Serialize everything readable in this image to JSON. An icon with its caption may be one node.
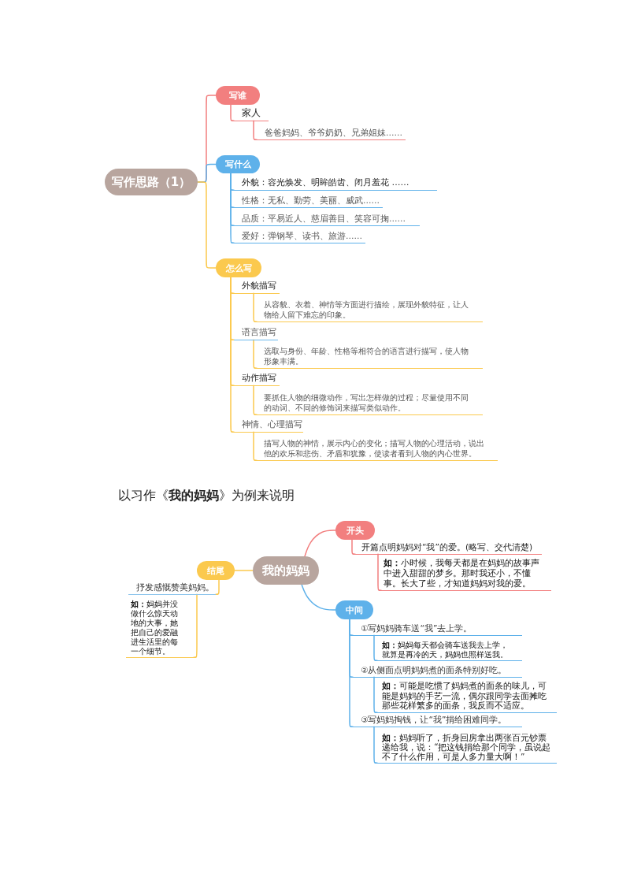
{
  "diagram": {
    "nodes": [
      {
        "text": [
          "写作思路（1）"
        ]
      },
      {
        "text": [
          "写谁"
        ]
      },
      {
        "text": [
          "家人"
        ]
      },
      {
        "text": [
          "爸爸妈妈、爷爷奶奶、兄弟姐妹……"
        ]
      },
      {
        "text": [
          "写什么"
        ]
      },
      {
        "text": [
          "外貌：容光焕发、明眸皓齿、闭月羞花 ……"
        ]
      },
      {
        "text": [
          "性格：无私、勤劳、美丽、威武……"
        ]
      },
      {
        "text": [
          "品质：平易近人、慈眉善目、笑容可掬……"
        ]
      },
      {
        "text": [
          "爱好：弹钢琴、读书、旅游……"
        ]
      },
      {
        "text": [
          "怎么写"
        ]
      },
      {
        "text": [
          "外貌描写"
        ]
      },
      {
        "text": [
          "从容貌、衣着、神情等方面进行描绘，展现外貌特征，让人物给人留下难忘的印象。"
        ]
      },
      {
        "text": [
          "语言描写"
        ]
      },
      {
        "text": [
          "选取与身份、年龄、性格等相符合的语言进行描写，使人物形象丰满。"
        ]
      },
      {
        "text": [
          "动作描写"
        ]
      },
      {
        "text": [
          "要抓住人物的细微动作，写出怎样做的过程；尽量使用不同的动词、不同的修饰词来描写类似动作。"
        ]
      },
      {
        "text": [
          "神情、心理描写"
        ]
      },
      {
        "text": [
          "描写人物的神情，展示内心的变化；描写人物的心理活动，说出他的欢乐和悲伤、矛盾和犹豫，使读者看到人物的内心世界。"
        ]
      },
      {
        "text": [
          "我的妈妈"
        ]
      },
      {
        "text": [
          "开头"
        ]
      },
      {
        "text": [
          "开篇点明妈妈对“我”的爱。(略写、交代清楚)"
        ]
      },
      {
        "text": [
          "**如：**小时候，我每天都是在妈妈的故事声中进入甜甜的梦乡。那时我还小，不懂事。长大了些，才知道妈妈对我的爱。"
        ]
      },
      {
        "text": [
          "中间"
        ]
      },
      {
        "text": [
          "①写妈妈骑车送“我”去上学。"
        ]
      },
      {
        "text": [
          "**如：**妈妈每天都会骑车送我去上学，就算是再冷的天，妈妈也照样送我。"
        ]
      },
      {
        "text": [
          "②从侧面点明妈妈煮的面条特别好吃。"
        ]
      },
      {
        "text": [
          "**如：**可能是吃惯了妈妈煮的面条的味儿，可能是妈妈的手艺一流，偶尔跟同学去面摊吃那些花样繁多的面条，我反而不适应。"
        ]
      },
      {
        "text": [
          "③写妈妈掏钱，让“我”捐给困难同学。"
        ]
      },
      {
        "text": [
          "**如：**妈妈听了，折身回房拿出两张百元钞票递给我，说：“把这钱捐给那个同学，虽说起不了什么作用，可是人多力量大啊！”"
        ]
      },
      {
        "text": [
          "结尾"
        ]
      },
      {
        "text": [
          "抒发感慨赞美妈妈。"
        ]
      },
      {
        "text": [
          "**如：**妈妈并没做什么惊天动地的大事，她把自己的爱融进生活里的每一个细节。"
        ]
      }
    ],
    "edges": [
      {
        "from": 0,
        "to": 1,
        "arrow": "none",
        "color": "#f27f7f"
      },
      {
        "from": 1,
        "to": 2,
        "arrow": "none",
        "color": "#f27f7f"
      },
      {
        "from": 2,
        "to": 3,
        "arrow": "none",
        "color": "#f27f7f"
      },
      {
        "from": 0,
        "to": 4,
        "arrow": "none",
        "color": "#5eb1ea"
      },
      {
        "from": 4,
        "to": 5,
        "arrow": "none",
        "color": "#5eb1ea"
      },
      {
        "from": 4,
        "to": 6,
        "arrow": "none",
        "color": "#5eb1ea"
      },
      {
        "from": 4,
        "to": 7,
        "arrow": "none",
        "color": "#5eb1ea"
      },
      {
        "from": 4,
        "to": 8,
        "arrow": "none",
        "color": "#5eb1ea"
      },
      {
        "from": 0,
        "to": 9,
        "arrow": "none",
        "color": "#fbc94e"
      },
      {
        "from": 9,
        "to": 10,
        "arrow": "none",
        "color": "#fbc94e"
      },
      {
        "from": 10,
        "to": 11,
        "arrow": "none",
        "color": "#fbc94e"
      },
      {
        "from": 9,
        "to": 12,
        "arrow": "none",
        "color": "#fbc94e"
      },
      {
        "from": 12,
        "to": 13,
        "arrow": "none",
        "color": "#fbc94e"
      },
      {
        "from": 9,
        "to": 14,
        "arrow": "none",
        "color": "#fbc94e"
      },
      {
        "from": 14,
        "to": 15,
        "arrow": "none",
        "color": "#fbc94e"
      },
      {
        "from": 9,
        "to": 16,
        "arrow": "none",
        "color": "#fbc94e"
      },
      {
        "from": 16,
        "to": 17,
        "arrow": "none",
        "color": "#fbc94e"
      },
      {
        "from": 18,
        "to": 19,
        "arrow": "none",
        "color": "#f27f7f"
      },
      {
        "from": 19,
        "to": 20,
        "arrow": "none",
        "color": "#f27f7f"
      },
      {
        "from": 20,
        "to": 21,
        "arrow": "none",
        "color": "#f27f7f"
      },
      {
        "from": 18,
        "to": 22,
        "arrow": "none",
        "color": "#5eb1ea"
      },
      {
        "from": 22,
        "to": 23,
        "arrow": "none",
        "color": "#5eb1ea"
      },
      {
        "from": 23,
        "to": 24,
        "arrow": "none",
        "color": "#5eb1ea"
      },
      {
        "from": 22,
        "to": 25,
        "arrow": "none",
        "color": "#5eb1ea"
      },
      {
        "from": 25,
        "to": 26,
        "arrow": "none",
        "color": "#5eb1ea"
      },
      {
        "from": 22,
        "to": 27,
        "arrow": "none",
        "color": "#5eb1ea"
      },
      {
        "from": 27,
        "to": 28,
        "arrow": "none",
        "color": "#5eb1ea"
      },
      {
        "from": 18,
        "to": 29,
        "arrow": "none",
        "color": "#fbc94e"
      },
      {
        "from": 29,
        "to": 30,
        "arrow": "none",
        "color": "#fbc94e"
      },
      {
        "from": 30,
        "to": 31,
        "arrow": "none",
        "color": "#fbc94e"
      }
    ],
    "labels": [
      "以习作《**我的妈妈**》为例来说明"
    ]
  }
}
